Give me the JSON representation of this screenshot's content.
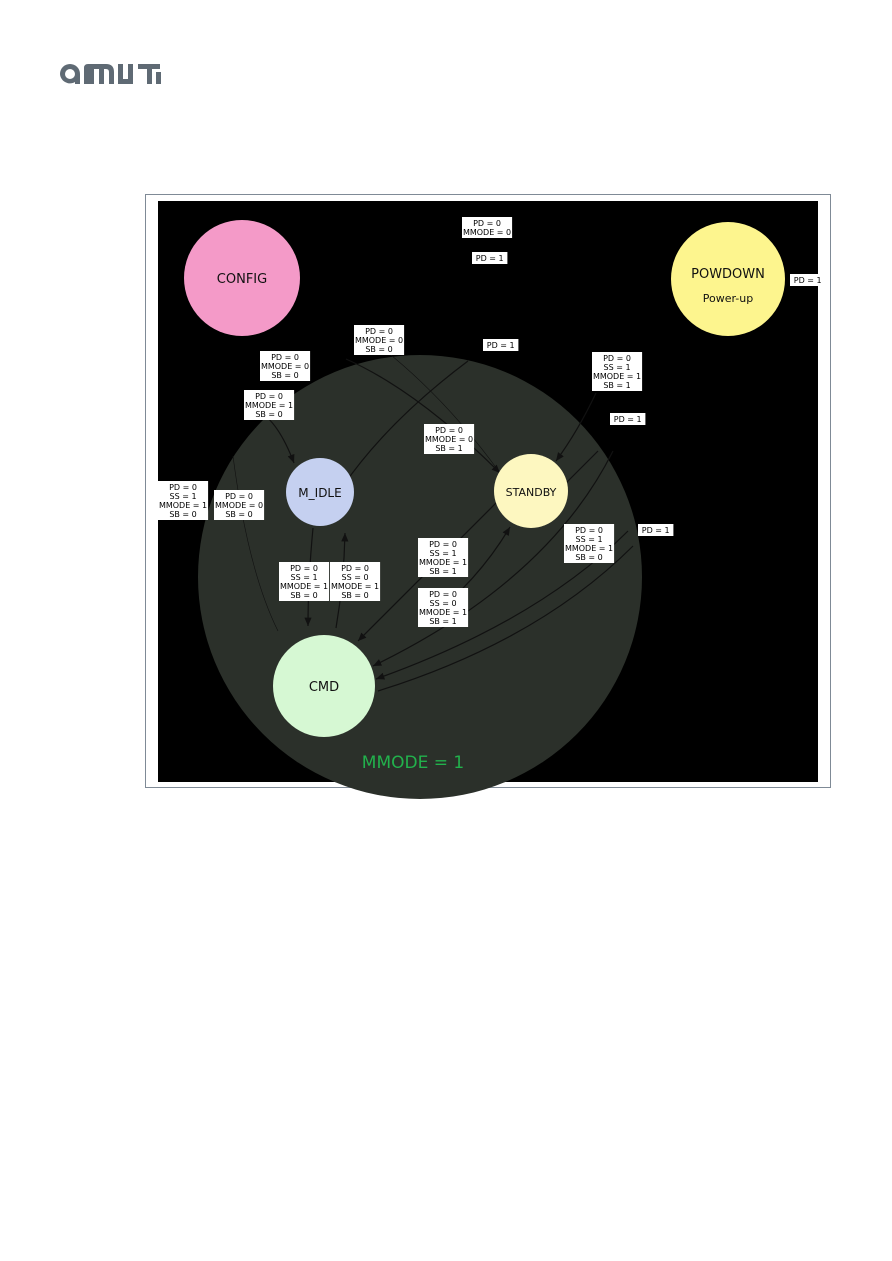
{
  "brand": {
    "logo_text": "ams",
    "color": "#5f6a74"
  },
  "diagram": {
    "background": "#000000",
    "region": {
      "label": "MMODE = 1",
      "fill": "#2b302a",
      "label_color": "#22b14c"
    },
    "states": [
      {
        "id": "config",
        "name": "CONFIG",
        "fill": "#f49ac8"
      },
      {
        "id": "powdown",
        "name": "POWDOWN",
        "sublabel": "Power-up",
        "fill": "#fdf58e"
      },
      {
        "id": "m_idle",
        "name": "M_IDLE",
        "fill": "#c5d0f0"
      },
      {
        "id": "standby",
        "name": "STANDBY",
        "fill": "#fdf7c0"
      },
      {
        "id": "cmd",
        "name": "CMD",
        "fill": "#d6f8d3"
      }
    ],
    "transition_labels": [
      [
        "PD = 0",
        "MMODE = 0"
      ],
      [
        "PD = 1"
      ],
      [
        "PD = 1"
      ],
      [
        "PD = 0",
        "MMODE = 0",
        "SB = 0"
      ],
      [
        "PD = 1"
      ],
      [
        "PD = 0",
        "MMODE = 0",
        "SB = 0"
      ],
      [
        "PD = 0",
        "SS = 1",
        "MMODE = 1",
        "SB = 1"
      ],
      [
        "PD = 0",
        "MMODE = 1",
        "SB = 0"
      ],
      [
        "PD = 1"
      ],
      [
        "PD = 0",
        "MMODE = 0",
        "SB = 1"
      ],
      [
        "PD = 0",
        "SS = 1",
        "MMODE = 1",
        "SB = 0"
      ],
      [
        "PD = 0",
        "MMODE = 0",
        "SB = 0"
      ],
      [
        "PD = 0",
        "SS = 1",
        "MMODE = 1",
        "SB = 0"
      ],
      [
        "PD = 1"
      ],
      [
        "PD = 0",
        "SS = 1",
        "MMODE = 1",
        "SB = 1"
      ],
      [
        "PD = 0",
        "SS = 1",
        "MMODE = 1",
        "SB = 0"
      ],
      [
        "PD = 0",
        "SS = 0",
        "MMODE = 1",
        "SB = 0"
      ],
      [
        "PD = 0",
        "SS = 0",
        "MMODE = 1",
        "SB = 1"
      ]
    ]
  }
}
